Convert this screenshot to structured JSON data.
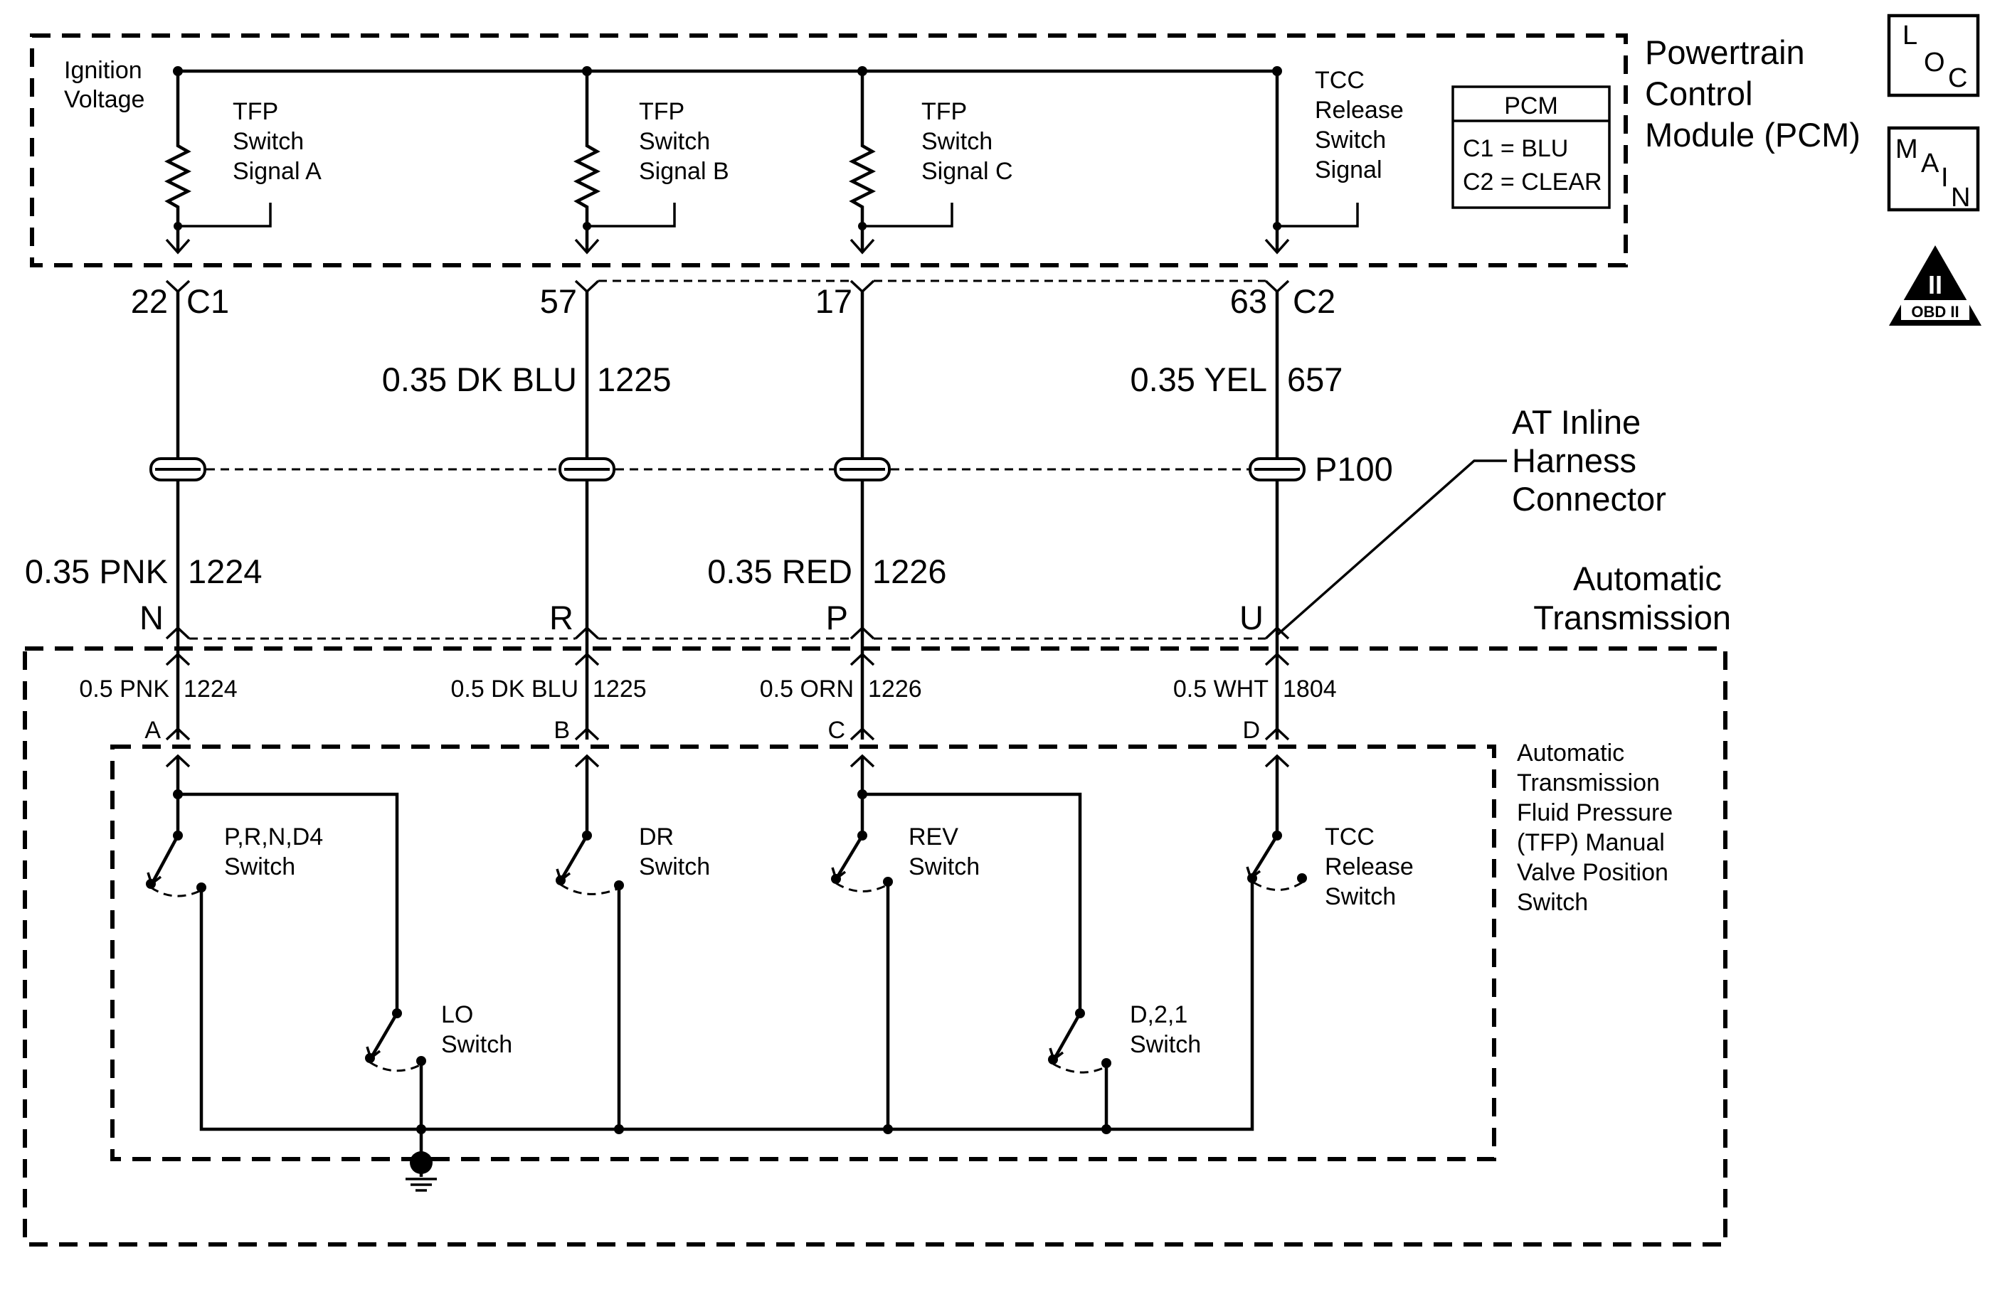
{
  "pcm": {
    "title_lines": [
      "Powertrain",
      "Control",
      "Module (PCM)"
    ],
    "box_title": "PCM",
    "box_lines": [
      "C1 = BLU",
      "C2 = CLEAR"
    ],
    "ignition_lines": [
      "Ignition",
      "Voltage"
    ],
    "circuits": [
      {
        "lines": [
          "TFP",
          "Switch",
          "Signal A"
        ],
        "pin": "22",
        "connector": "C1"
      },
      {
        "lines": [
          "TFP",
          "Switch",
          "Signal B"
        ],
        "pin": "57",
        "connector": ""
      },
      {
        "lines": [
          "TFP",
          "Switch",
          "Signal C"
        ],
        "pin": "17",
        "connector": ""
      },
      {
        "lines": [
          "TCC",
          "Release",
          "Switch",
          "Signal"
        ],
        "pin": "63",
        "connector": "C2"
      }
    ]
  },
  "icons": {
    "loc": [
      "L",
      "O",
      "C"
    ],
    "main": [
      "M",
      "A",
      "I",
      "N"
    ],
    "obd": {
      "numeral": "II",
      "label": "OBD II"
    }
  },
  "upper_wires": [
    {
      "gauge_color": "",
      "circuit": ""
    },
    {
      "gauge_color": "0.35 DK BLU",
      "circuit": "1225"
    },
    {
      "gauge_color": "",
      "circuit": ""
    },
    {
      "gauge_color": "0.35 YEL",
      "circuit": "657"
    }
  ],
  "inline_connector": {
    "id": "P100",
    "label_lines": [
      "AT Inline",
      "Harness",
      "Connector"
    ]
  },
  "lower_wires": [
    {
      "gauge_color": "0.35 PNK",
      "circuit": "1224",
      "pin": "N"
    },
    {
      "gauge_color": "",
      "circuit": "",
      "pin": "R"
    },
    {
      "gauge_color": "0.35 RED",
      "circuit": "1226",
      "pin": "P"
    },
    {
      "gauge_color": "",
      "circuit": "",
      "pin": "U"
    }
  ],
  "transmission": {
    "title_lines": [
      "Automatic",
      "Transmission"
    ],
    "wires": [
      {
        "gauge_color": "0.5 PNK",
        "circuit": "1224",
        "pin": "A"
      },
      {
        "gauge_color": "0.5 DK BLU",
        "circuit": "1225",
        "pin": "B"
      },
      {
        "gauge_color": "0.5 ORN",
        "circuit": "1226",
        "pin": "C"
      },
      {
        "gauge_color": "0.5 WHT",
        "circuit": "1804",
        "pin": "D"
      }
    ]
  },
  "tfp_switch": {
    "title_lines": [
      "Automatic",
      "Transmission",
      "Fluid Pressure",
      "(TFP) Manual",
      "Valve Position",
      "Switch"
    ],
    "switches": [
      {
        "lines": [
          "P,R,N,D4",
          "Switch"
        ]
      },
      {
        "lines": [
          "DR",
          "Switch"
        ]
      },
      {
        "lines": [
          "REV",
          "Switch"
        ]
      },
      {
        "lines": [
          "TCC",
          "Release",
          "Switch"
        ]
      },
      {
        "lines": [
          "LO",
          "Switch"
        ]
      },
      {
        "lines": [
          "D,2,1",
          "Switch"
        ]
      }
    ]
  }
}
